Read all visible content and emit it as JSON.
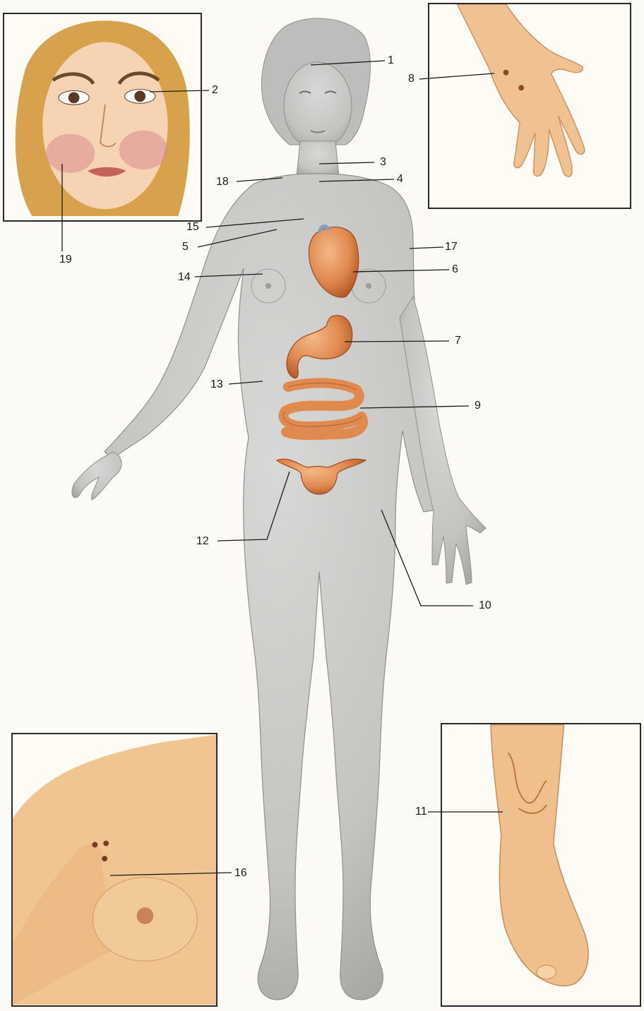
{
  "labels": {
    "l1": "1",
    "l2": "2",
    "l3": "3",
    "l4": "4",
    "l5": "5",
    "l6": "6",
    "l7": "7",
    "l8": "8",
    "l9": "9",
    "l10": "10",
    "l11": "11",
    "l12": "12",
    "l13": "13",
    "l14": "14",
    "l15": "15",
    "l16": "16",
    "l17": "17",
    "l18": "18",
    "l19": "19"
  },
  "colors": {
    "body_grey": "#c9c9c7",
    "body_shadow": "#a9a9a6",
    "organ": "#e8965a",
    "organ_dark": "#c86a34",
    "skin": "#f3c79a",
    "skin_dark": "#d99868",
    "hair": "#d8a24c",
    "frame": "#2a2a2a"
  }
}
